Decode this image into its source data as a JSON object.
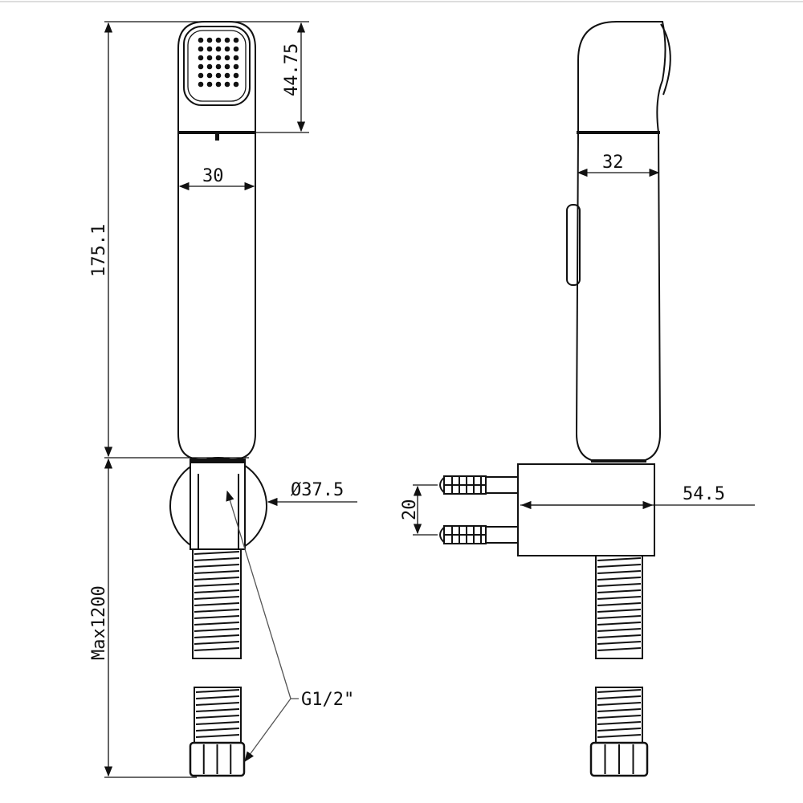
{
  "dimensions": {
    "head_height": "44.75",
    "front_width": "30",
    "total_height": "175.1",
    "holder_diameter": "Ø37.5",
    "hose_length": "Max1200",
    "thread": "G1/2\"",
    "side_width": "32",
    "anchor_spacing": "20",
    "bracket_depth": "54.5"
  },
  "colors": {
    "line": "#111111",
    "background": "#ffffff"
  }
}
